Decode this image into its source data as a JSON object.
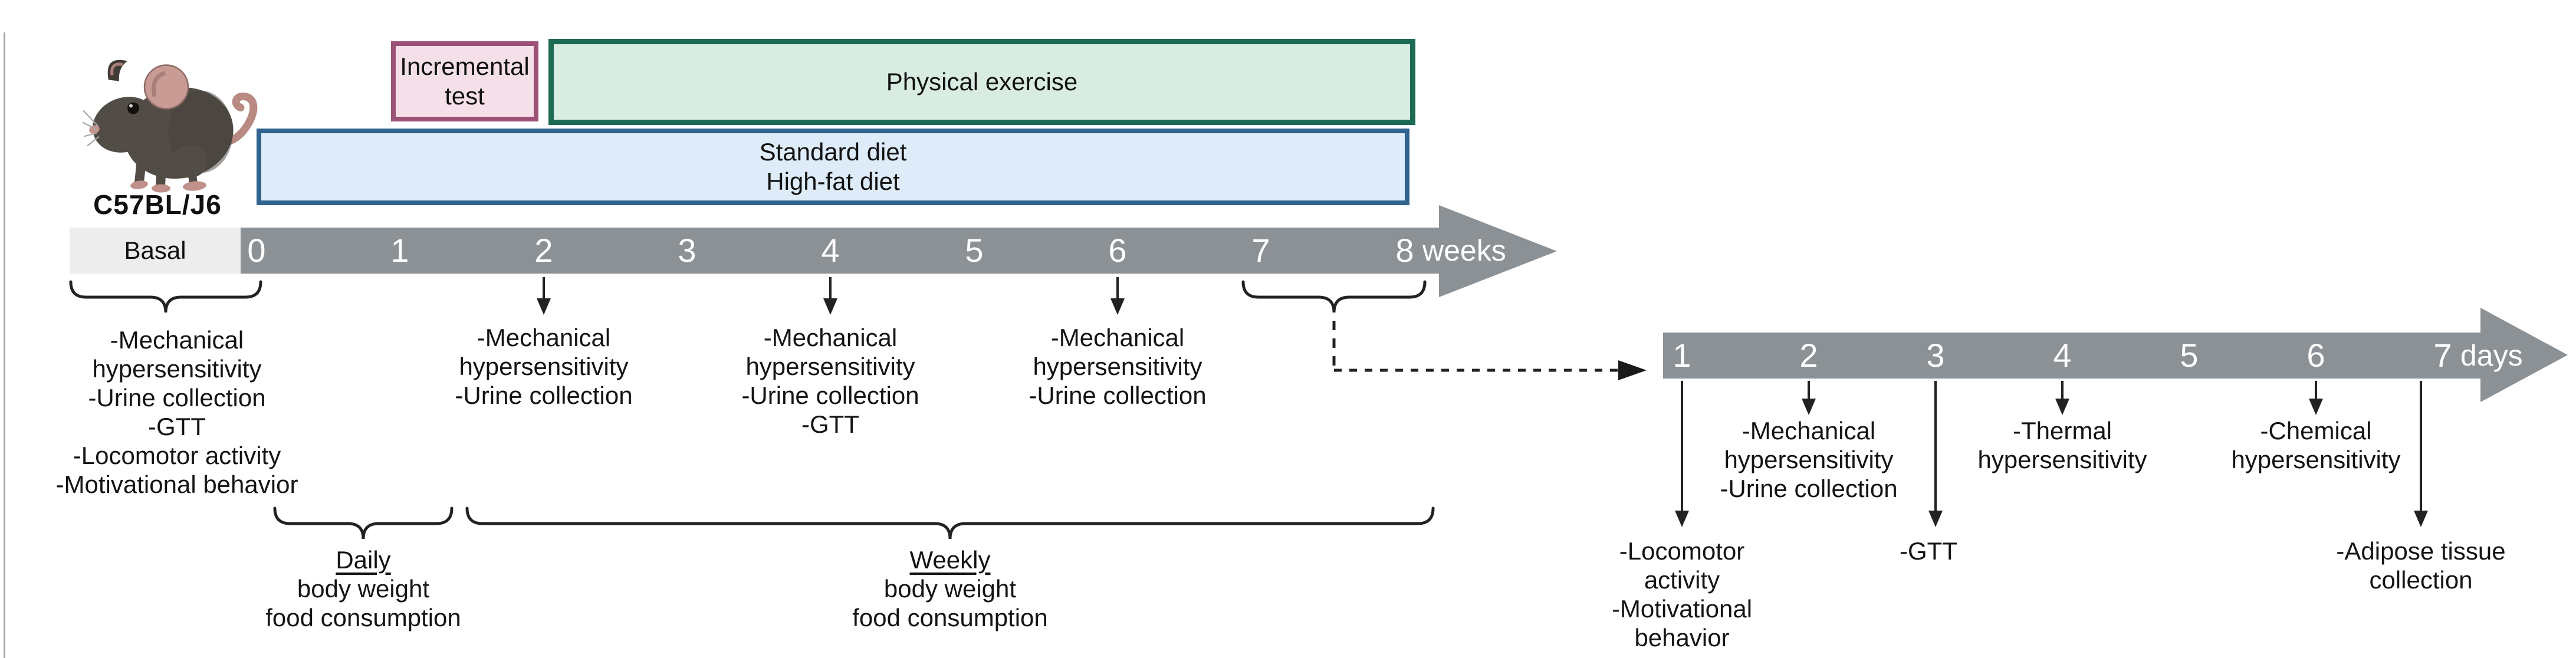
{
  "colors": {
    "bar_gray": "#8b9195",
    "basal_bg": "#ededed",
    "incremental_fill": "#f5e0ea",
    "incremental_border": "#9c5176",
    "exercise_fill": "#d8ece2",
    "exercise_border": "#1d6a55",
    "diet_fill": "#ddecf8",
    "diet_border": "#31638f",
    "annotation_ink": "#222222",
    "text_ink": "#111111"
  },
  "subject": {
    "strain": "C57BL/J6"
  },
  "interventions": {
    "incremental_test": "Incremental test",
    "physical_exercise": "Physical exercise",
    "diet_lines": [
      "Standard diet",
      "High-fat diet"
    ]
  },
  "week_timeline": {
    "basal_label": "Basal",
    "ticks": [
      "0",
      "1",
      "2",
      "3",
      "4",
      "5",
      "6",
      "7",
      "8"
    ],
    "unit": "weeks",
    "events": {
      "basal": [
        "-Mechanical hypersensitivity",
        "-Urine collection",
        "-GTT",
        "-Locomotor activity",
        "-Motivational behavior"
      ],
      "week2": [
        "-Mechanical hypersensitivity",
        "-Urine collection"
      ],
      "week4": [
        "-Mechanical hypersensitivity",
        "-Urine collection",
        "-GTT"
      ],
      "week6": [
        "-Mechanical hypersensitivity",
        "-Urine collection"
      ]
    },
    "monitoring": {
      "daily_title": "Daily",
      "daily_lines": [
        "body weight",
        "food consumption"
      ],
      "weekly_title": "Weekly",
      "weekly_lines": [
        "body weight",
        "food consumption"
      ]
    }
  },
  "day_timeline": {
    "ticks": [
      "1",
      "2",
      "3",
      "4",
      "5",
      "6",
      "7"
    ],
    "unit": "days",
    "events": {
      "day1": [
        "-Locomotor activity",
        "-Motivational behavior"
      ],
      "day2": [
        "-Mechanical hypersensitivity",
        "-Urine collection"
      ],
      "day3": [
        "-GTT"
      ],
      "day4": [
        "-Thermal hypersensitivity"
      ],
      "day6": [
        "-Chemical hypersensitivity"
      ],
      "day7": [
        "-Adipose tissue collection"
      ]
    }
  }
}
